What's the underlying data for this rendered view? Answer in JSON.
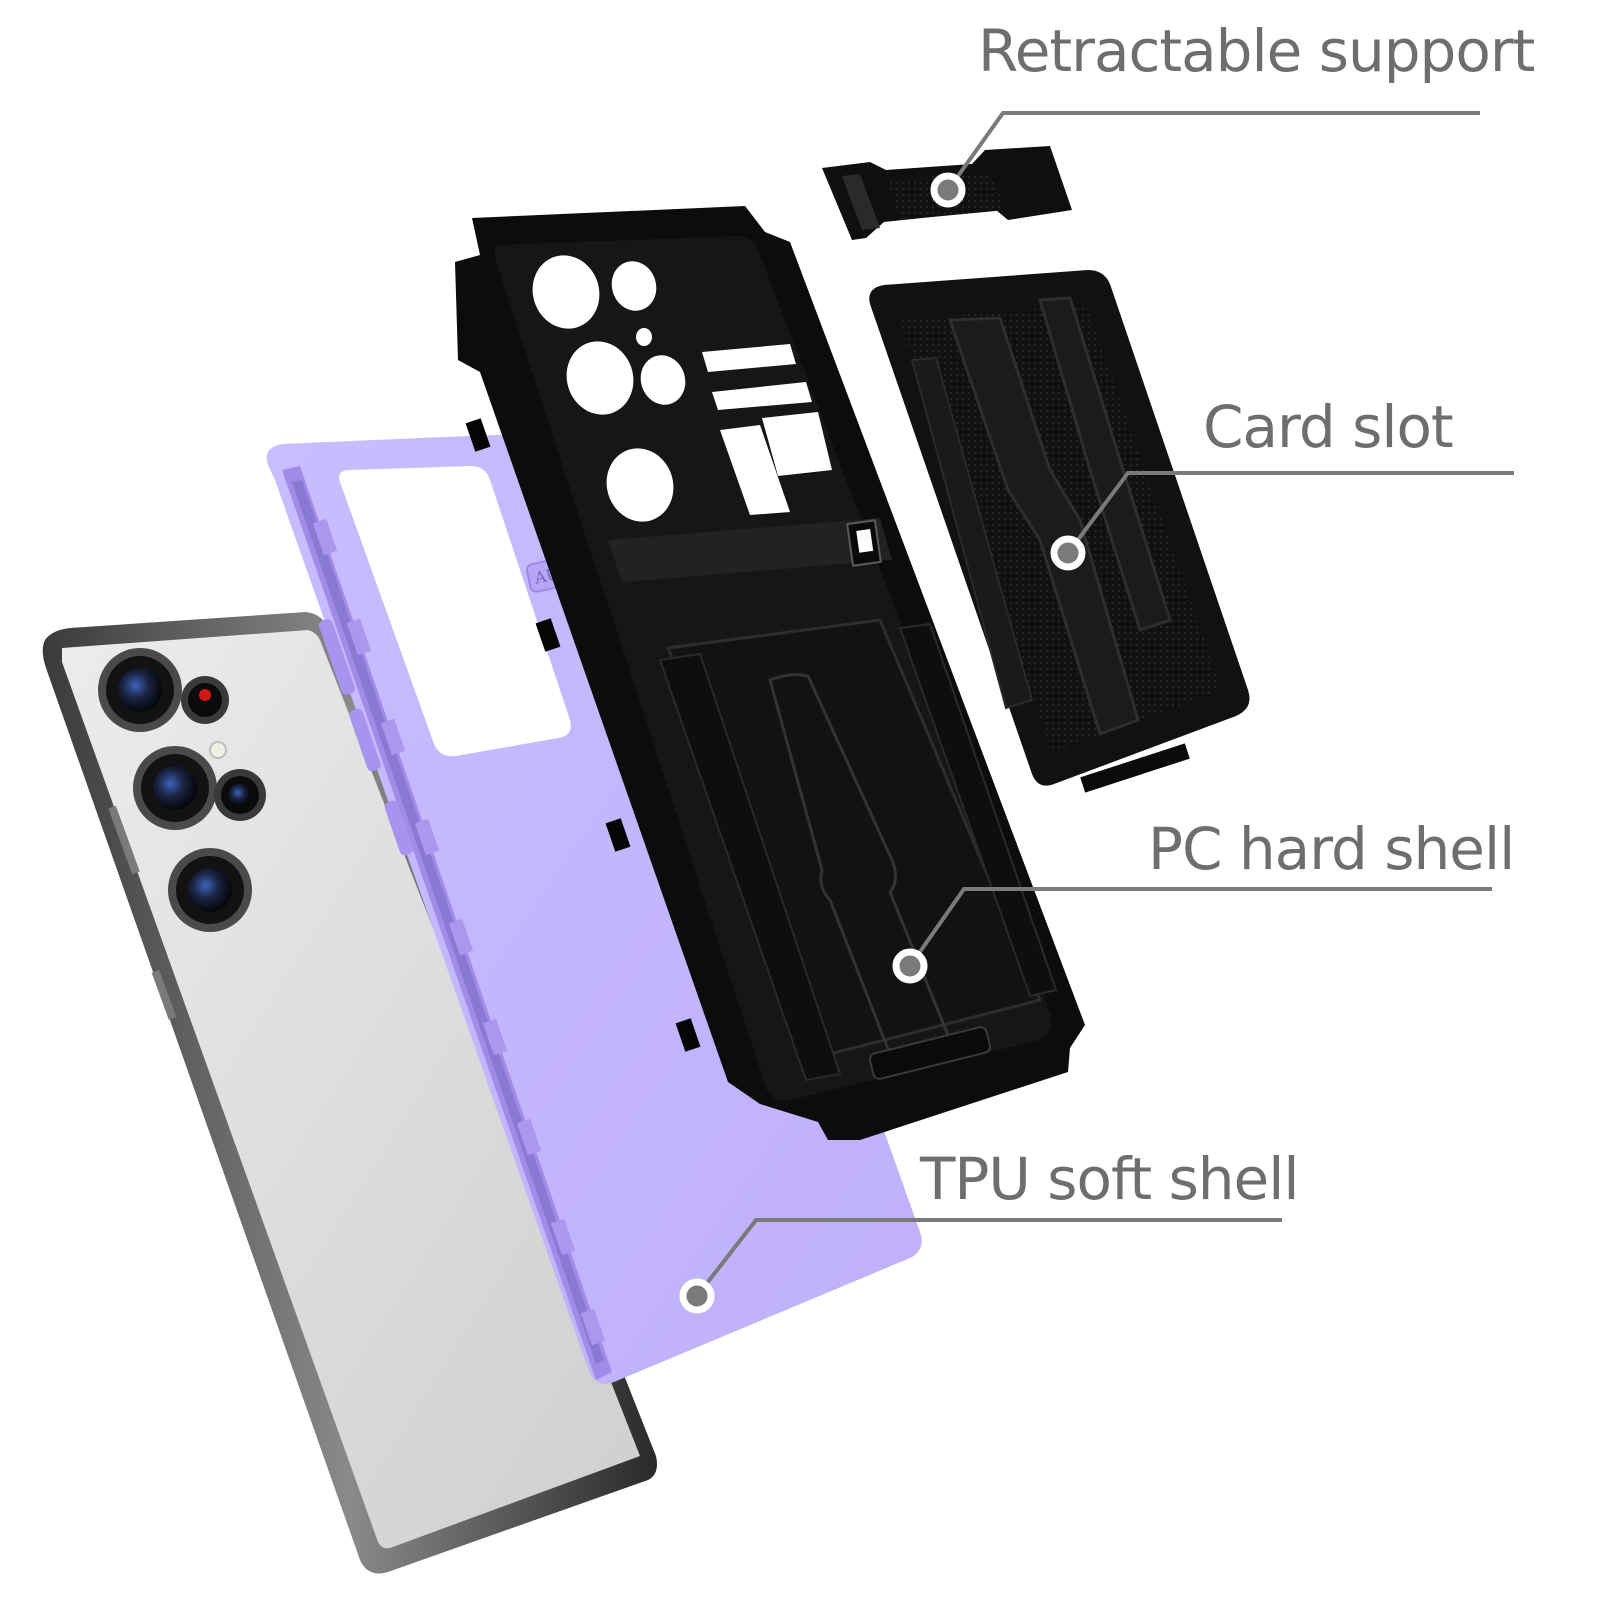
{
  "callouts": {
    "support": "Retractable support",
    "card_slot": "Card slot",
    "pc_shell": "PC hard shell",
    "tpu_shell": "TPU soft shell"
  },
  "tpu_emboss": "AUTO",
  "colors": {
    "label_text": "#6e6e6e",
    "leader_line": "#7a7a7a",
    "tpu_purple": "#c6b8fb",
    "pc_black": "#0c0c0c",
    "phone_silver": "#dcdcdc"
  }
}
